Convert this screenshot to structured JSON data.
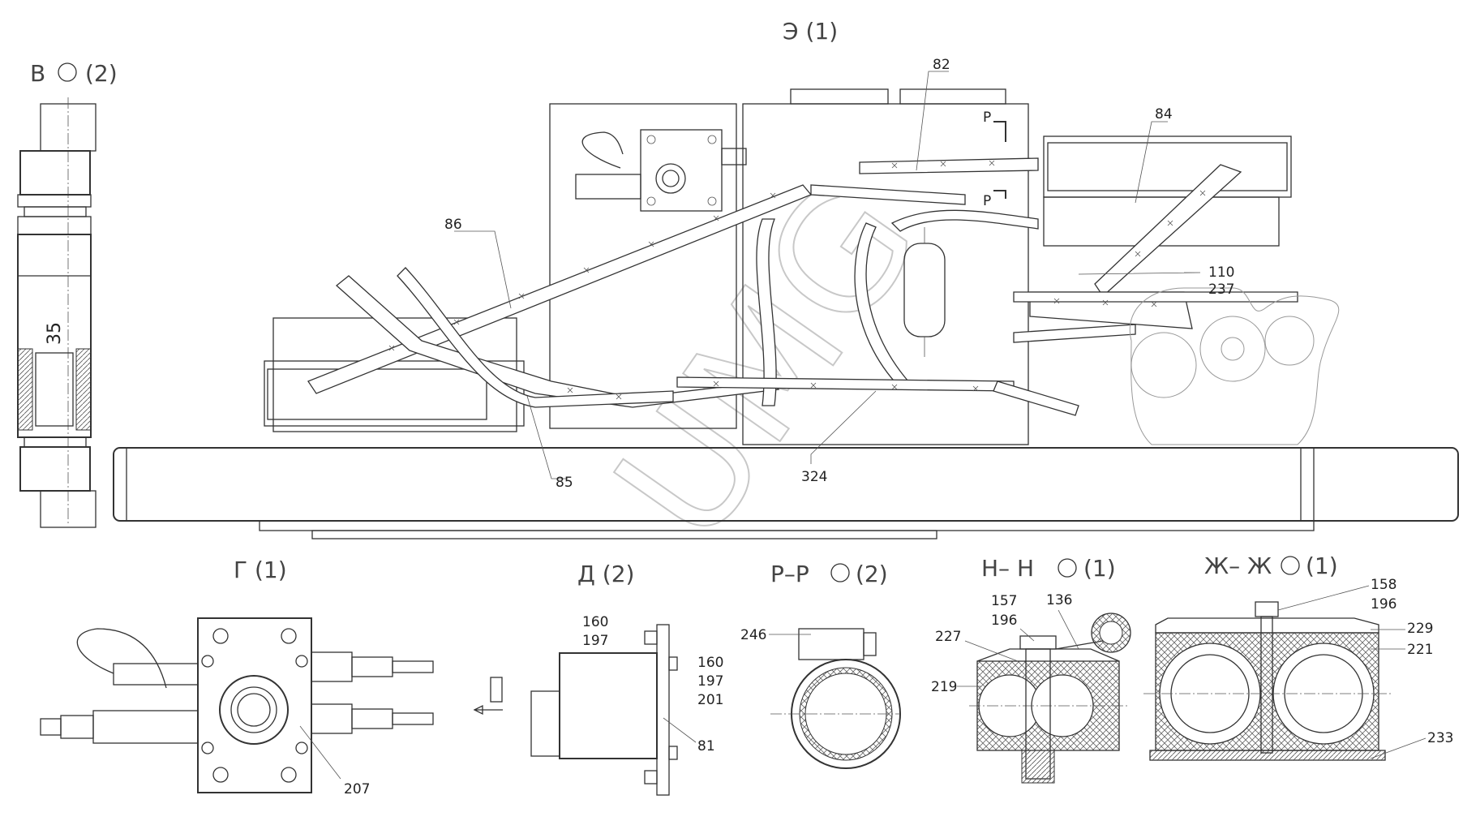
{
  "views": {
    "main": "Э (1)",
    "v": "В",
    "v_scale": "(2)",
    "g": "Г (1)",
    "d": "Д (2)",
    "rr": "Р–Р",
    "rr_scale": "(2)",
    "nn": "Н– Н",
    "nn_scale": "(1)",
    "zhzh": "Ж– Ж",
    "zhzh_scale": "(1)"
  },
  "dimension": "35",
  "section_marks": {
    "p1": "Р",
    "p2": "Р"
  },
  "callouts": {
    "c82": "82",
    "c84": "84",
    "c86": "86",
    "c110": "110",
    "c237": "237",
    "c85": "85",
    "c324": "324",
    "c207": "207",
    "c160a": "160",
    "c197a": "197",
    "c160b": "160",
    "c197b": "197",
    "c201": "201",
    "c81": "81",
    "c246": "246",
    "c157": "157",
    "c196a": "196",
    "c136": "136",
    "c227": "227",
    "c219": "219",
    "c158": "158",
    "c196b": "196",
    "c229": "229",
    "c221": "221",
    "c233": "233"
  },
  "watermark": "UMG"
}
